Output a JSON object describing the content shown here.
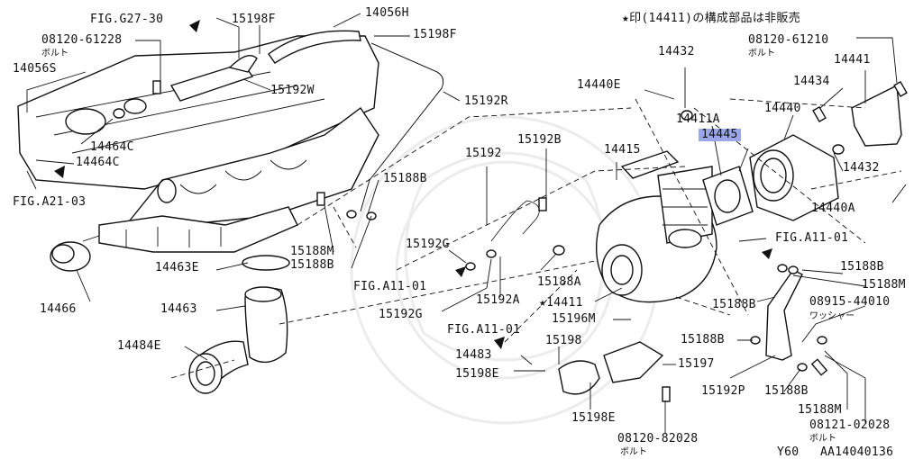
{
  "header_note": "★印(14411)の構成部品は非販売",
  "labels": {
    "fig_g27_30": "FIG.G27-30",
    "p08120_61228": "08120-61228",
    "bolt_a": "ボルト",
    "p14056S": "14056S",
    "p15198F_a": "15198F",
    "p14056H": "14056H",
    "p15198F_b": "15198F",
    "p15192W": "15192W",
    "p15192R": "15192R",
    "p14464C_a": "14464C",
    "p14464C_b": "14464C",
    "fig_a21_03": "FIG.A21-03",
    "p15188B_a": "15188B",
    "p15192": "15192",
    "p15192B": "15192B",
    "p14415": "14415",
    "p14432_a": "14432",
    "p14440E": "14440E",
    "p14411A": "14411A",
    "p14445": "14445",
    "p08120_61210": "08120-61210",
    "bolt_b": "ボルト",
    "p14441": "14441",
    "p14434": "14434",
    "p14440": "14440",
    "p14432_b": "14432",
    "p14440A": "14440A",
    "fig_a11_01_a": "FIG.A11-01",
    "p15188M_a": "15188M",
    "p15188B_b": "15188B",
    "p14463E": "14463E",
    "p14466": "14466",
    "p14463": "14463",
    "p14484E": "14484E",
    "p15192G_a": "15192G",
    "fig_a11_01_b": "FIG.A11-01",
    "p15192G_b": "15192G",
    "p15192A": "15192A",
    "p15188A": "15188A",
    "p14411": "★14411",
    "p15196M": "15196M",
    "fig_a11_01_c": "FIG.A11-01",
    "p14483": "14483",
    "p15198": "15198",
    "p15198E_a": "15198E",
    "p15197": "15197",
    "p15198E_b": "15198E",
    "p08120_82028": "08120-82028",
    "bolt_c": "ボルト",
    "p15188B_c": "15188B",
    "p15188M_b": "15188M",
    "p08915_44010": "08915-44010",
    "washer": "ワッシャー",
    "p15188B_d": "15188B",
    "p15188B_e": "15188B",
    "p15192P": "15192P",
    "p15188B_f": "15188B",
    "p15188M_c": "15188M",
    "p08121_02028": "08121-02028",
    "bolt_d": "ボルト",
    "footer_y60": "Y60",
    "footer_code": "AA14040136"
  },
  "colors": {
    "line": "#111111",
    "highlight": "#9aa6e8",
    "background": "#ffffff"
  },
  "icons": [
    "arrow-fig-icon"
  ]
}
